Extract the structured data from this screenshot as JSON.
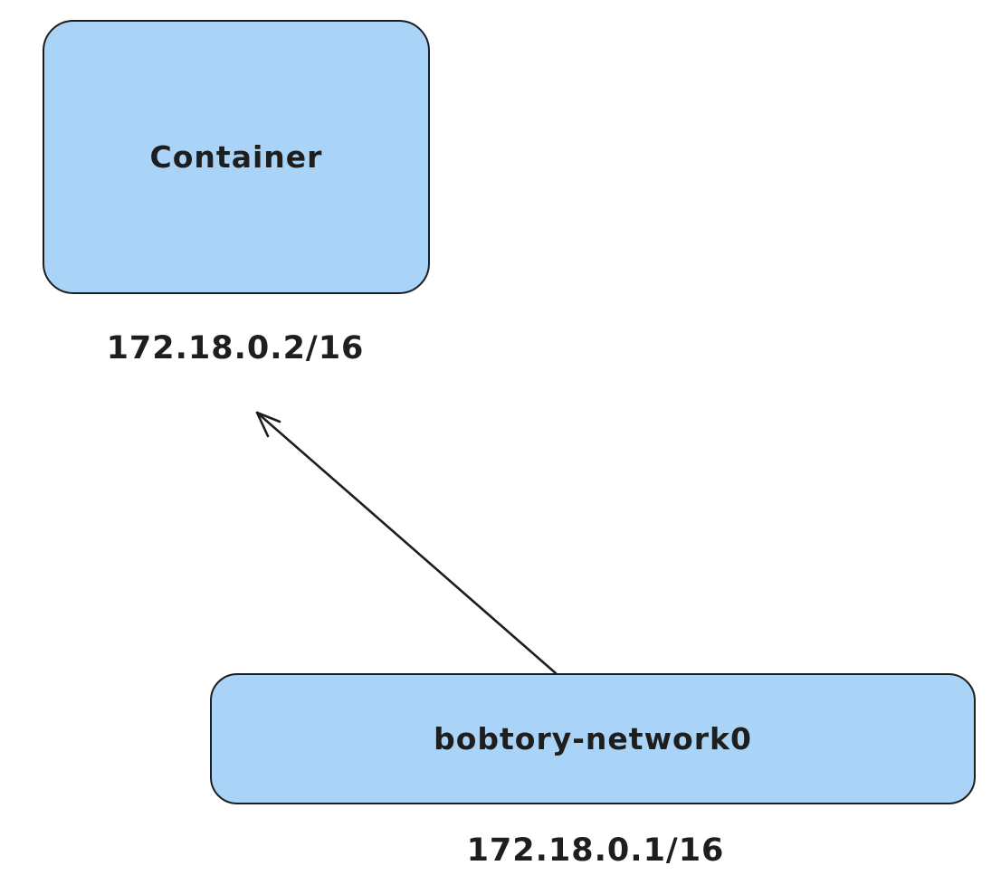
{
  "canvas": {
    "background": "#ffffff"
  },
  "colors": {
    "canvas_bg": "#ffffff",
    "node_fill": "#a9d3f7",
    "stroke": "#1e1e1e",
    "text": "#1e1e1e"
  },
  "nodes": [
    {
      "id": "container",
      "label": "Container"
    },
    {
      "id": "network",
      "label": "bobtory-network0"
    }
  ],
  "ip_labels": [
    {
      "id": "container-ip",
      "text": "172.18.0.2/16"
    },
    {
      "id": "network-ip",
      "text": "172.18.0.1/16"
    }
  ],
  "edges": [
    {
      "id": "network-to-container",
      "from": "bobtory-network0",
      "to": "172.18.0.2/16",
      "type": "arrow"
    }
  ]
}
